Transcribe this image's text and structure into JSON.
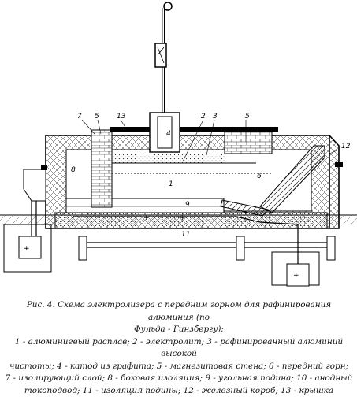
{
  "figure": {
    "labels": {
      "l1": "1",
      "l2": "2",
      "l3": "3",
      "l4": "4",
      "l5a": "5",
      "l5b": "5",
      "l6": "6",
      "l7": "7",
      "l8": "8",
      "l9": "9",
      "l11": "11",
      "l12": "12",
      "l13": "13",
      "plus_a": "+",
      "plus_b": "+",
      "plus_c": "+",
      "plus_d": "+"
    }
  },
  "caption": {
    "line1": "Рис. 4. Схема электролизера с передним горном для рафинирования алюминия (по",
    "line2": "Фульда - Гинзбергу):",
    "line3": "1 - алюминиевый расплав; 2 - электролит; 3 - рафинированный алюминий высокой",
    "line4": "чистоты; 4 - катод из графита; 5 - магнезитовая стена; 6 - передний горн;",
    "line5": "7 - изолирующий слой; 8 - боковая изоляция; 9 - угольная подина; 10 - анодный",
    "line6": "токоподвод; 11 - изоляция подины; 12 - железный короб; 13 - крышка"
  }
}
